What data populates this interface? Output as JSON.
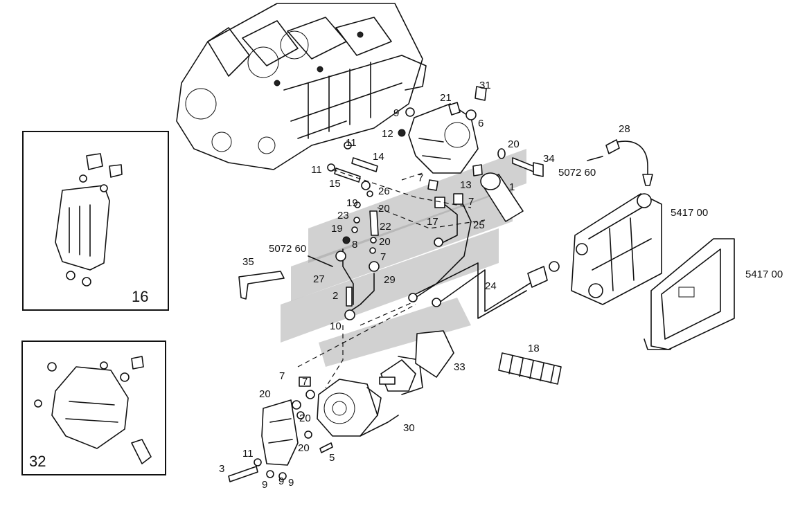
{
  "callouts": {
    "c1": "1",
    "c2": "2",
    "c3": "3",
    "c5": "5",
    "c6": "6",
    "c7a": "7",
    "c7b": "7",
    "c7c": "7",
    "c7d": "7",
    "c7e": "7",
    "c8": "8",
    "c9a": "9",
    "c9b": "9",
    "c9c": "9",
    "c9d": "9",
    "c10": "10",
    "c11a": "11",
    "c11b": "11",
    "c11c": "11",
    "c12": "12",
    "c13": "13",
    "c14": "14",
    "c15": "15",
    "c16": "16",
    "c17": "17",
    "c18": "18",
    "c19a": "19",
    "c19b": "19",
    "c20a": "20",
    "c20b": "20",
    "c20c": "20",
    "c20d": "20",
    "c20e": "20",
    "c20f": "20",
    "c21": "21",
    "c22": "22",
    "c23": "23",
    "c24": "24",
    "c25": "25",
    "c26": "26",
    "c27": "27",
    "c28": "28",
    "c29": "29",
    "c30": "30",
    "c31": "31",
    "c32": "32",
    "c33": "33",
    "c34": "34",
    "c35": "35",
    "ref507260a": "5072 60",
    "ref507260b": "5072 60",
    "ref541700a": "5417 00",
    "ref541700b": "5417 00"
  }
}
